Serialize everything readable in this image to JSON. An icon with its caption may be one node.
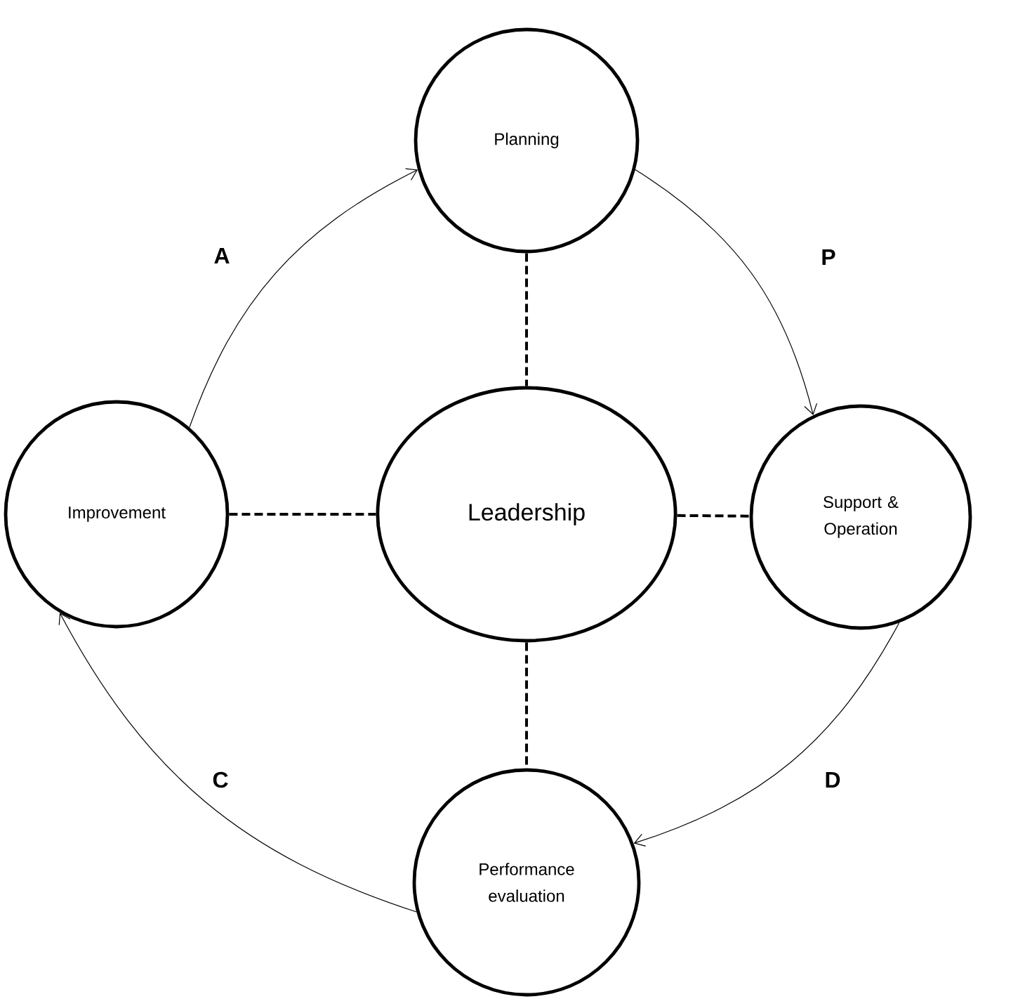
{
  "diagram": {
    "nodes": [
      {
        "text": [
          "Planning"
        ]
      },
      {
        "text": [
          "Support & Operation"
        ]
      },
      {
        "text": [
          "Performance evaluation"
        ]
      },
      {
        "text": [
          "Improvement"
        ]
      },
      {
        "text": [
          "Leadership"
        ]
      }
    ],
    "edges": [
      {
        "from": 3,
        "to": 0,
        "arrow": "to",
        "label": "A"
      },
      {
        "from": 0,
        "to": 1,
        "arrow": "to",
        "label": "P"
      },
      {
        "from": 1,
        "to": 2,
        "arrow": "to",
        "label": "D"
      },
      {
        "from": 2,
        "to": 3,
        "arrow": "to",
        "label": "C"
      },
      {
        "from": 0,
        "to": 4,
        "arrow": "none",
        "style": "dashed"
      },
      {
        "from": 3,
        "to": 4,
        "arrow": "none",
        "style": "dashed"
      },
      {
        "from": 4,
        "to": 1,
        "arrow": "none",
        "style": "dashed"
      },
      {
        "from": 4,
        "to": 2,
        "arrow": "none",
        "style": "dashed"
      }
    ]
  }
}
